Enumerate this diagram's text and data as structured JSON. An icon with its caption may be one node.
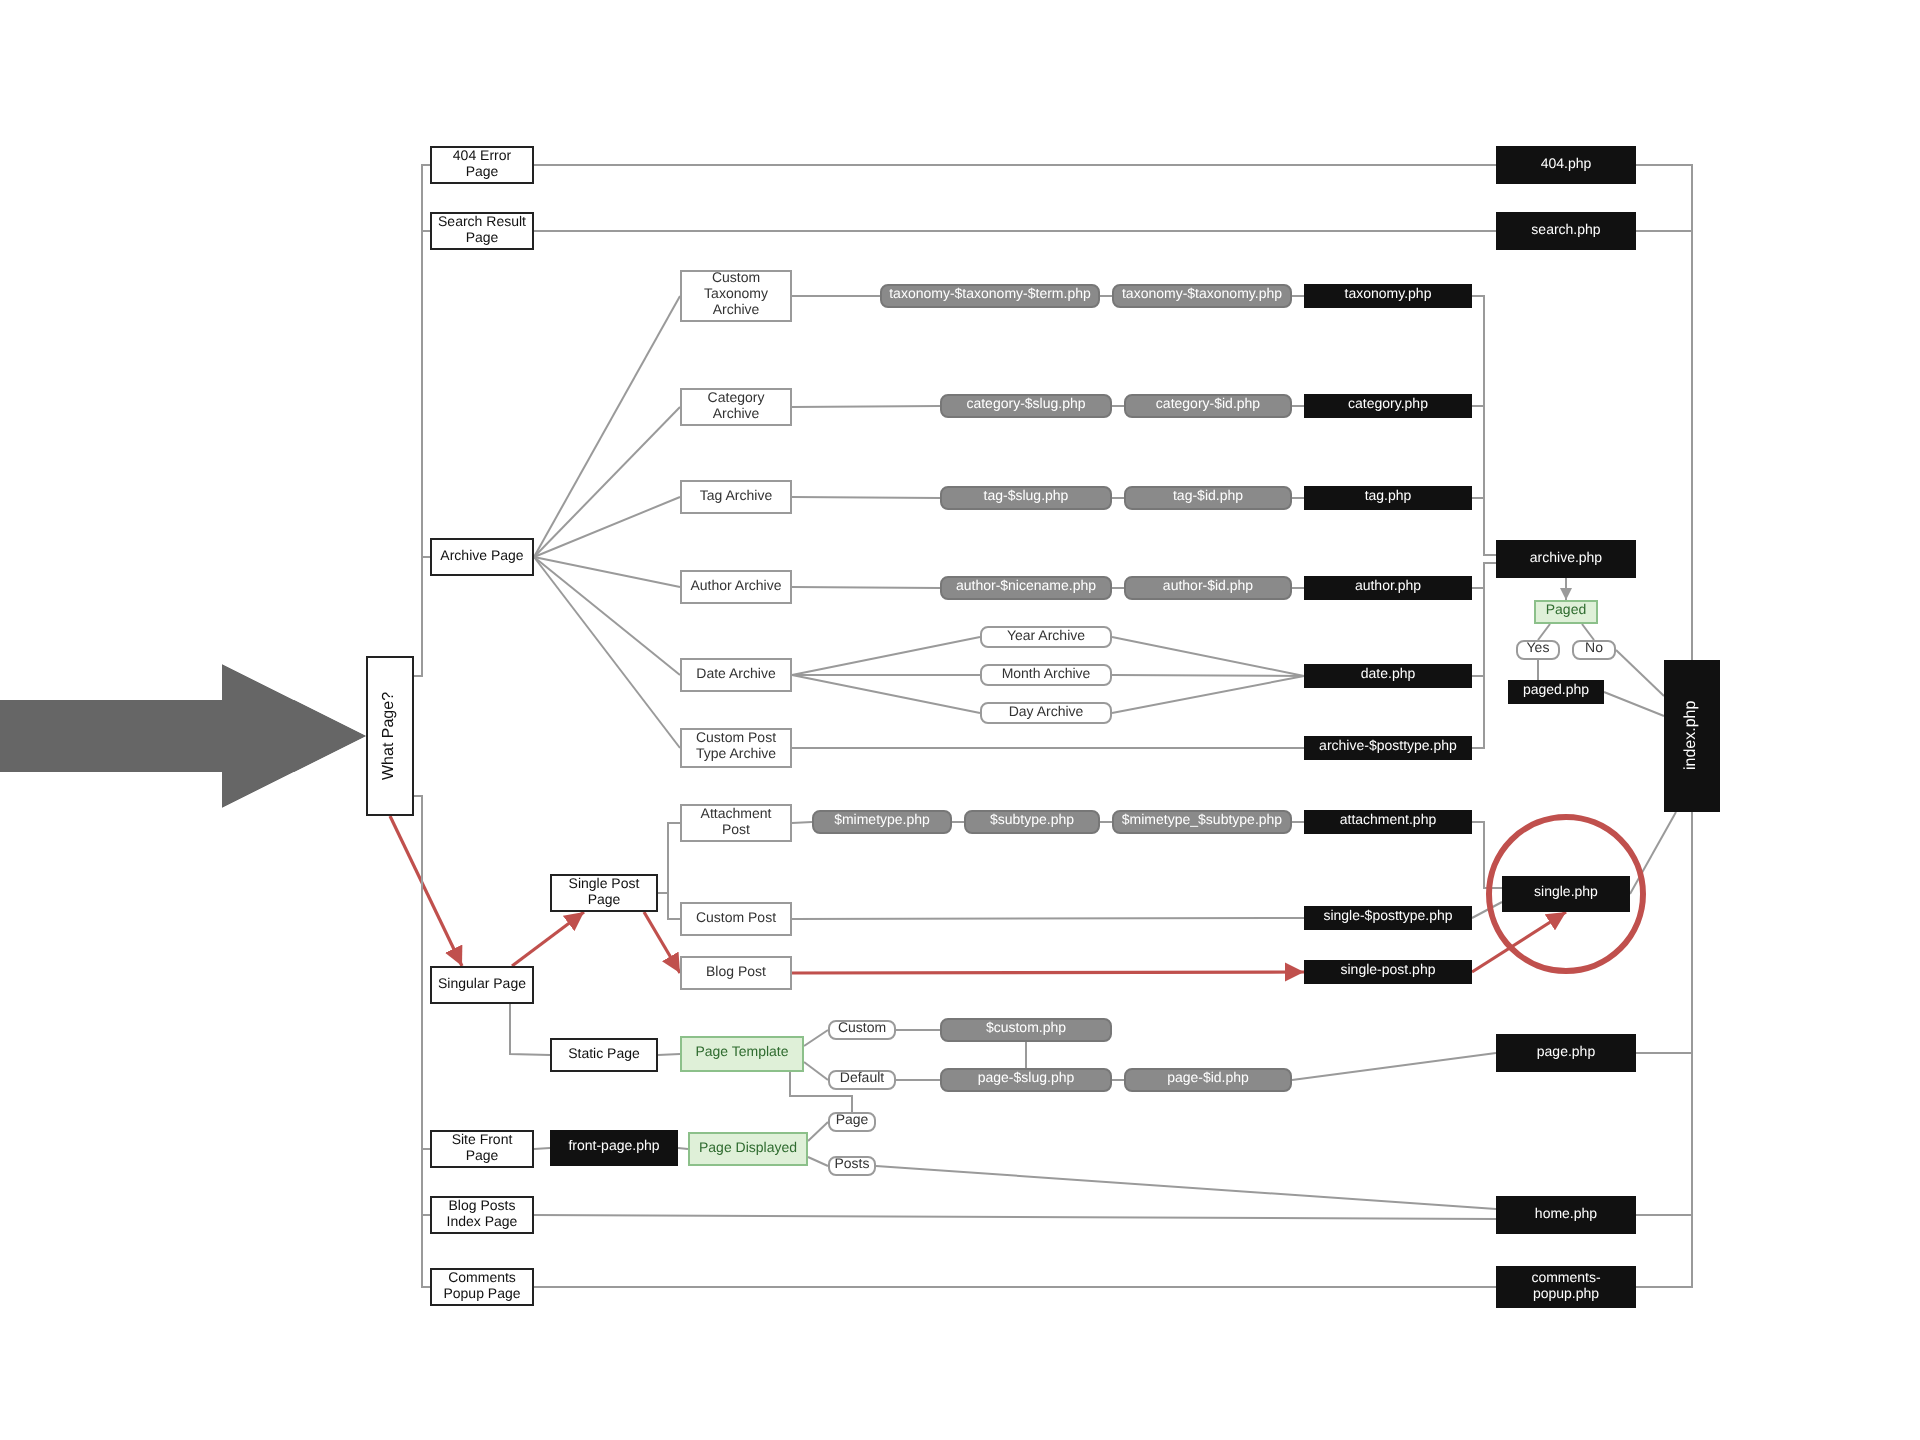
{
  "diagram": {
    "nodes": [
      {
        "text": [
          "What Page?"
        ]
      },
      {
        "text": [
          "404 Error Page"
        ]
      },
      {
        "text": [
          "404.php"
        ]
      },
      {
        "text": [
          "Search Result Page"
        ]
      },
      {
        "text": [
          "search.php"
        ]
      },
      {
        "text": [
          "Archive Page"
        ]
      },
      {
        "text": [
          "Custom Taxonomy Archive"
        ]
      },
      {
        "text": [
          "taxonomy-$taxonomy-$term.php"
        ]
      },
      {
        "text": [
          "taxonomy-$taxonomy.php"
        ]
      },
      {
        "text": [
          "taxonomy.php"
        ]
      },
      {
        "text": [
          "Category Archive"
        ]
      },
      {
        "text": [
          "category-$slug.php"
        ]
      },
      {
        "text": [
          "category-$id.php"
        ]
      },
      {
        "text": [
          "category.php"
        ]
      },
      {
        "text": [
          "Tag Archive"
        ]
      },
      {
        "text": [
          "tag-$slug.php"
        ]
      },
      {
        "text": [
          "tag-$id.php"
        ]
      },
      {
        "text": [
          "tag.php"
        ]
      },
      {
        "text": [
          "archive.php"
        ]
      },
      {
        "text": [
          "Author Archive"
        ]
      },
      {
        "text": [
          "author-$nicename.php"
        ]
      },
      {
        "text": [
          "author-$id.php"
        ]
      },
      {
        "text": [
          "author.php"
        ]
      },
      {
        "text": [
          "Paged"
        ]
      },
      {
        "text": [
          "Yes"
        ]
      },
      {
        "text": [
          "No"
        ]
      },
      {
        "text": [
          "Date Archive"
        ]
      },
      {
        "text": [
          "Year Archive"
        ]
      },
      {
        "text": [
          "Month Archive"
        ]
      },
      {
        "text": [
          "Day Archive"
        ]
      },
      {
        "text": [
          "date.php"
        ]
      },
      {
        "text": [
          "paged.php"
        ]
      },
      {
        "text": [
          "index.php"
        ]
      },
      {
        "text": [
          "Custom Post Type Archive"
        ]
      },
      {
        "text": [
          "archive-$posttype.php"
        ]
      },
      {
        "text": [
          "Attachment Post"
        ]
      },
      {
        "text": [
          "$mimetype.php"
        ]
      },
      {
        "text": [
          "$subtype.php"
        ]
      },
      {
        "text": [
          "$mimetype_$subtype.php"
        ]
      },
      {
        "text": [
          "attachment.php"
        ]
      },
      {
        "text": [
          "Single Post Page"
        ]
      },
      {
        "text": [],
        "shape": "circle"
      },
      {
        "text": [
          "single.php"
        ],
        "in": 41
      },
      {
        "text": [
          "Custom Post"
        ]
      },
      {
        "text": [
          "single-$posttype.php"
        ]
      },
      {
        "text": [
          "Singular Page"
        ]
      },
      {
        "text": [
          "Blog Post"
        ]
      },
      {
        "text": [
          "single-post.php"
        ]
      },
      {
        "text": [
          "Static Page"
        ]
      },
      {
        "text": [
          "Page Template"
        ]
      },
      {
        "text": [
          "Custom"
        ]
      },
      {
        "text": [
          "$custom.php"
        ]
      },
      {
        "text": [
          "page.php"
        ]
      },
      {
        "text": [
          "Default"
        ]
      },
      {
        "text": [
          "page-$slug.php"
        ]
      },
      {
        "text": [
          "page-$id.php"
        ]
      },
      {
        "text": [
          "Site Front Page"
        ]
      },
      {
        "text": [
          "front-page.php"
        ]
      },
      {
        "text": [
          "Page Displayed"
        ]
      },
      {
        "text": [
          "Page"
        ]
      },
      {
        "text": [
          "Posts"
        ]
      },
      {
        "text": [
          "Blog Posts Index Page"
        ]
      },
      {
        "text": [
          "home.php"
        ]
      },
      {
        "text": [
          "Comments Popup Page"
        ]
      },
      {
        "text": [
          "comments-popup.php"
        ]
      }
    ],
    "edges": [
      {
        "from": null,
        "to": 0,
        "arrow": "to",
        "style": "thick",
        "color": "#666666"
      },
      {
        "from": 0,
        "to": 1,
        "arrow": "none"
      },
      {
        "from": 1,
        "to": 2,
        "arrow": "none"
      },
      {
        "from": 2,
        "to": 32,
        "arrow": "none"
      },
      {
        "from": 0,
        "to": 3,
        "arrow": "none"
      },
      {
        "from": 3,
        "to": 4,
        "arrow": "none"
      },
      {
        "from": 4,
        "to": 32,
        "arrow": "none"
      },
      {
        "from": 0,
        "to": 5,
        "arrow": "none"
      },
      {
        "from": 5,
        "to": 6,
        "arrow": "none"
      },
      {
        "from": 6,
        "to": 7,
        "arrow": "none"
      },
      {
        "from": 7,
        "to": 8,
        "arrow": "none"
      },
      {
        "from": 8,
        "to": 9,
        "arrow": "none"
      },
      {
        "from": 9,
        "to": 18,
        "arrow": "none"
      },
      {
        "from": 5,
        "to": 10,
        "arrow": "none"
      },
      {
        "from": 10,
        "to": 11,
        "arrow": "none"
      },
      {
        "from": 11,
        "to": 12,
        "arrow": "none"
      },
      {
        "from": 12,
        "to": 13,
        "arrow": "none"
      },
      {
        "from": 13,
        "to": 18,
        "arrow": "none"
      },
      {
        "from": 5,
        "to": 14,
        "arrow": "none"
      },
      {
        "from": 14,
        "to": 15,
        "arrow": "none"
      },
      {
        "from": 15,
        "to": 16,
        "arrow": "none"
      },
      {
        "from": 16,
        "to": 17,
        "arrow": "none"
      },
      {
        "from": 17,
        "to": 18,
        "arrow": "none"
      },
      {
        "from": 5,
        "to": 19,
        "arrow": "none"
      },
      {
        "from": 19,
        "to": 20,
        "arrow": "none"
      },
      {
        "from": 20,
        "to": 21,
        "arrow": "none"
      },
      {
        "from": 21,
        "to": 22,
        "arrow": "none"
      },
      {
        "from": 22,
        "to": 18,
        "arrow": "none"
      },
      {
        "from": 18,
        "to": 23,
        "arrow": "to"
      },
      {
        "from": 23,
        "to": 24,
        "arrow": "none"
      },
      {
        "from": 23,
        "to": 25,
        "arrow": "none"
      },
      {
        "from": 24,
        "to": 31,
        "arrow": "none"
      },
      {
        "from": 25,
        "to": 32,
        "arrow": "none"
      },
      {
        "from": 31,
        "to": 32,
        "arrow": "none"
      },
      {
        "from": 5,
        "to": 26,
        "arrow": "none"
      },
      {
        "from": 26,
        "to": 27,
        "arrow": "none"
      },
      {
        "from": 26,
        "to": 28,
        "arrow": "none"
      },
      {
        "from": 26,
        "to": 29,
        "arrow": "none"
      },
      {
        "from": 27,
        "to": 30,
        "arrow": "none"
      },
      {
        "from": 28,
        "to": 30,
        "arrow": "none"
      },
      {
        "from": 29,
        "to": 30,
        "arrow": "none"
      },
      {
        "from": 30,
        "to": 18,
        "arrow": "none"
      },
      {
        "from": 5,
        "to": 33,
        "arrow": "none"
      },
      {
        "from": 33,
        "to": 34,
        "arrow": "none"
      },
      {
        "from": 34,
        "to": 18,
        "arrow": "none"
      },
      {
        "from": 0,
        "to": 45,
        "arrow": "to",
        "color": "#c0504d"
      },
      {
        "from": 45,
        "to": 40,
        "arrow": "to",
        "color": "#c0504d"
      },
      {
        "from": 40,
        "to": 35,
        "arrow": "none"
      },
      {
        "from": 35,
        "to": 36,
        "arrow": "none"
      },
      {
        "from": 36,
        "to": 37,
        "arrow": "none"
      },
      {
        "from": 37,
        "to": 38,
        "arrow": "none"
      },
      {
        "from": 38,
        "to": 39,
        "arrow": "none"
      },
      {
        "from": 39,
        "to": 42,
        "arrow": "none"
      },
      {
        "from": 40,
        "to": 43,
        "arrow": "none"
      },
      {
        "from": 43,
        "to": 44,
        "arrow": "none"
      },
      {
        "from": 44,
        "to": 42,
        "arrow": "none"
      },
      {
        "from": 40,
        "to": 46,
        "arrow": "to",
        "color": "#c0504d"
      },
      {
        "from": 46,
        "to": 47,
        "arrow": "to",
        "color": "#c0504d"
      },
      {
        "from": 47,
        "to": 42,
        "arrow": "to",
        "color": "#c0504d"
      },
      {
        "from": 42,
        "to": 32,
        "arrow": "none"
      },
      {
        "from": 45,
        "to": 48,
        "arrow": "none"
      },
      {
        "from": 48,
        "to": 49,
        "arrow": "none"
      },
      {
        "from": 49,
        "to": 50,
        "arrow": "none"
      },
      {
        "from": 50,
        "to": 51,
        "arrow": "none"
      },
      {
        "from": 49,
        "to": 53,
        "arrow": "none"
      },
      {
        "from": 53,
        "to": 54,
        "arrow": "none"
      },
      {
        "from": 51,
        "to": 54,
        "arrow": "none"
      },
      {
        "from": 54,
        "to": 55,
        "arrow": "none"
      },
      {
        "from": 55,
        "to": 52,
        "arrow": "none"
      },
      {
        "from": 52,
        "to": 32,
        "arrow": "none"
      },
      {
        "from": 0,
        "to": 56,
        "arrow": "none"
      },
      {
        "from": 56,
        "to": 57,
        "arrow": "none"
      },
      {
        "from": 57,
        "to": 58,
        "arrow": "none"
      },
      {
        "from": 58,
        "to": 59,
        "arrow": "none"
      },
      {
        "from": 49,
        "to": 59,
        "arrow": "none"
      },
      {
        "from": 58,
        "to": 60,
        "arrow": "none"
      },
      {
        "from": 60,
        "to": 62,
        "arrow": "none"
      },
      {
        "from": 0,
        "to": 61,
        "arrow": "none"
      },
      {
        "from": 61,
        "to": 62,
        "arrow": "none"
      },
      {
        "from": 62,
        "to": 32,
        "arrow": "none"
      },
      {
        "from": 0,
        "to": 63,
        "arrow": "none"
      },
      {
        "from": 63,
        "to": 64,
        "arrow": "none"
      },
      {
        "from": 64,
        "to": 32,
        "arrow": "none"
      }
    ]
  }
}
